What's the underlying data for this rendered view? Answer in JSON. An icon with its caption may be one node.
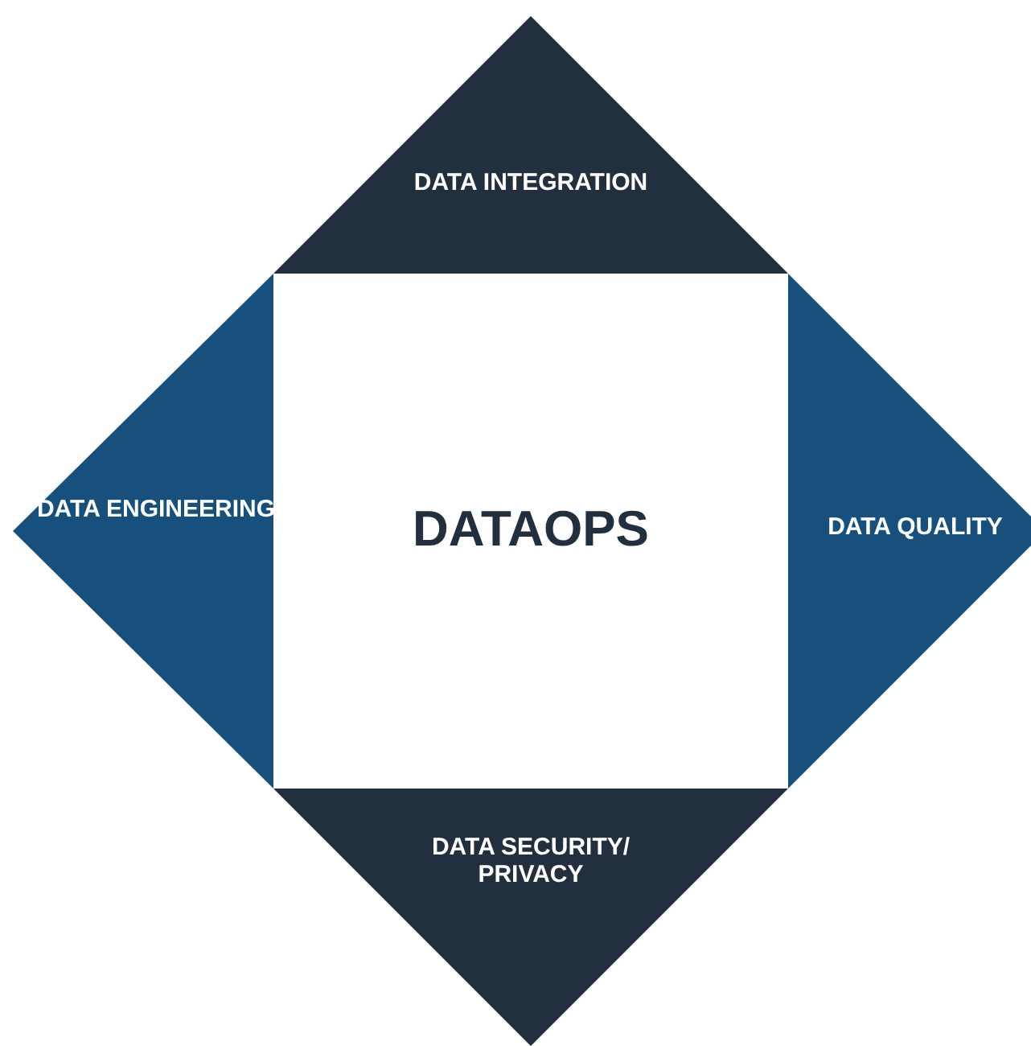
{
  "diagram": {
    "nodes": [
      {
        "text": [
          "DATA INTEGRATION"
        ]
      },
      {
        "text": [
          "DATA ENGINEERING"
        ]
      },
      {
        "text": [
          "DATAOPS"
        ]
      },
      {
        "text": [
          "DATA QUALITY"
        ]
      },
      {
        "text": [
          "DATA SECURITY/ PRIVACY"
        ]
      }
    ]
  }
}
